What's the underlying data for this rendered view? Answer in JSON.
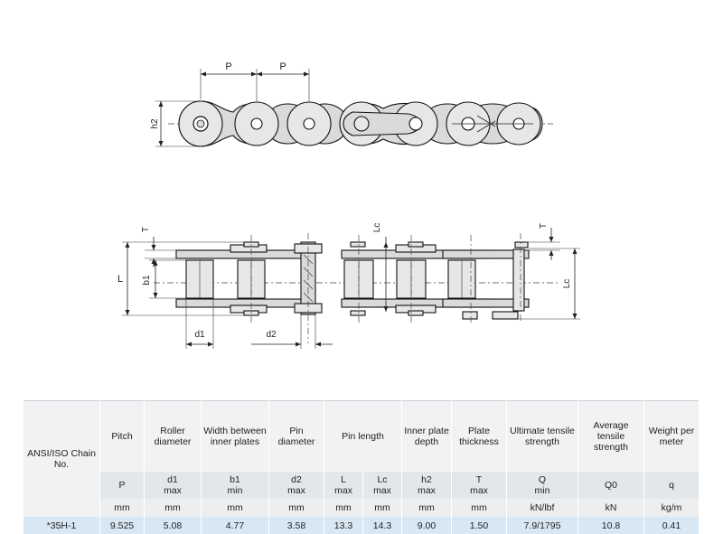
{
  "diagram": {
    "labels": {
      "pitch_left": "P",
      "pitch_right": "P",
      "h2": "h2",
      "T_left": "T",
      "T_right": "T",
      "Lc_mid": "Lc",
      "Lc_right": "Lc",
      "L": "L",
      "b1": "b1",
      "d1": "d1",
      "d2": "d2"
    }
  },
  "table": {
    "headers": {
      "chain_no": "ANSI/ISO Chain No.",
      "pitch": "Pitch",
      "roller": "Roller diameter",
      "width": "Width between inner plates",
      "pin_d": "Pin diameter",
      "pin_len": "Pin length",
      "plate_depth": "Inner plate depth",
      "plate_thk": "Plate thickness",
      "ult": "Ultimate tensile strength",
      "avg": "Average tensile strength",
      "weight": "Weight per meter"
    },
    "symbols": {
      "pitch": "P",
      "roller": "d1",
      "roller_q": "max",
      "width": "b1",
      "width_q": "min",
      "pin_d": "d2",
      "pin_d_q": "max",
      "L": "L",
      "L_q": "max",
      "Lc": "Lc",
      "Lc_q": "max",
      "depth": "h2",
      "depth_q": "max",
      "thk": "T",
      "thk_q": "max",
      "ult": "Q",
      "ult_q": "min",
      "avg": "Q0",
      "weight": "q"
    },
    "units": {
      "pitch": "mm",
      "roller": "mm",
      "width": "mm",
      "pin_d": "mm",
      "L": "mm",
      "Lc": "mm",
      "depth": "mm",
      "thk": "mm",
      "ult": "kN/lbf",
      "avg": "kN",
      "weight": "kg/m"
    },
    "row": {
      "chain_no": "*35H-1",
      "pitch": "9.525",
      "roller": "5.08",
      "width": "4.77",
      "pin_d": "3.58",
      "L": "13.3",
      "Lc": "14.3",
      "depth": "9.00",
      "thk": "1.50",
      "ult": "7.9/1795",
      "avg": "10.8",
      "weight": "0.41"
    }
  }
}
